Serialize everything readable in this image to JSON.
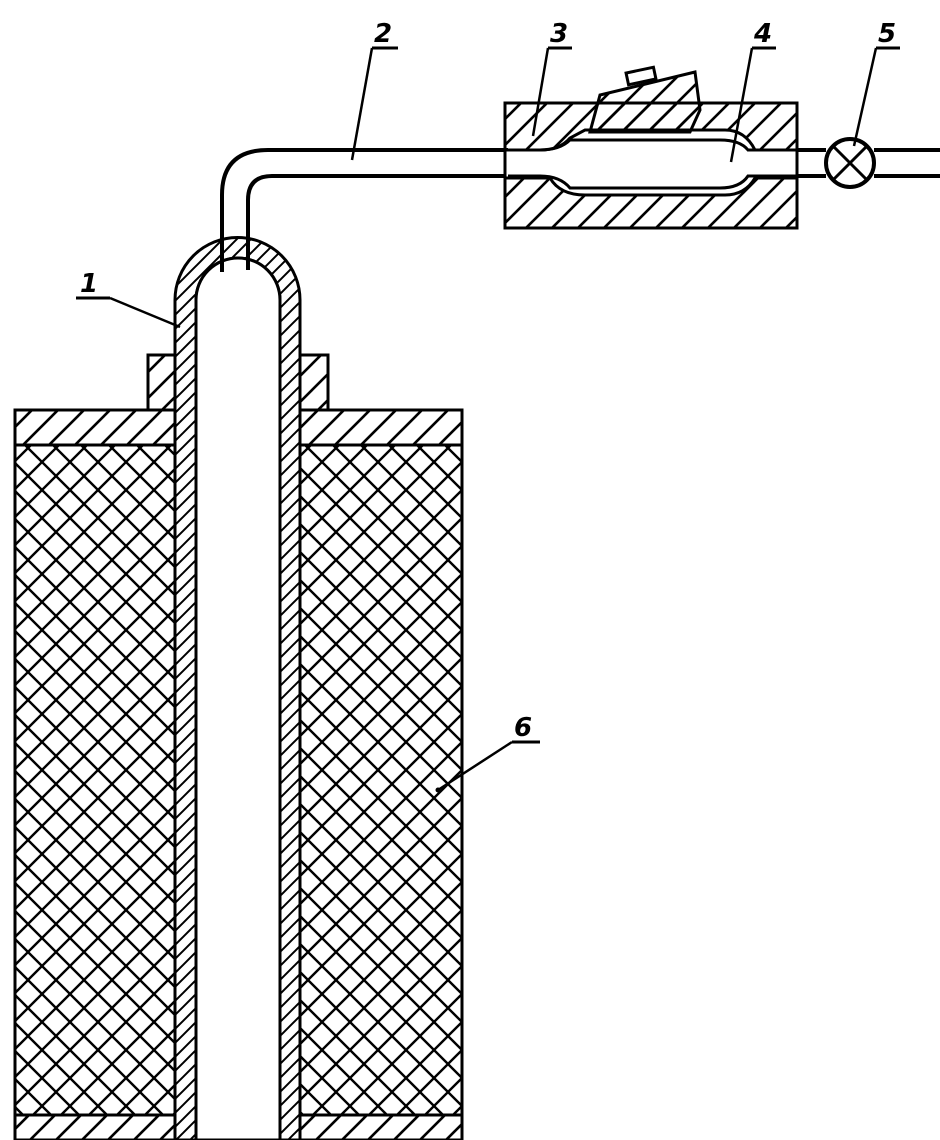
{
  "diagram": {
    "callouts": [
      {
        "id": "1",
        "label": "1"
      },
      {
        "id": "2",
        "label": "2"
      },
      {
        "id": "3",
        "label": "3"
      },
      {
        "id": "4",
        "label": "4"
      },
      {
        "id": "5",
        "label": "5"
      },
      {
        "id": "6",
        "label": "6"
      }
    ]
  },
  "colors": {
    "stroke": "#000000",
    "background": "#ffffff"
  }
}
